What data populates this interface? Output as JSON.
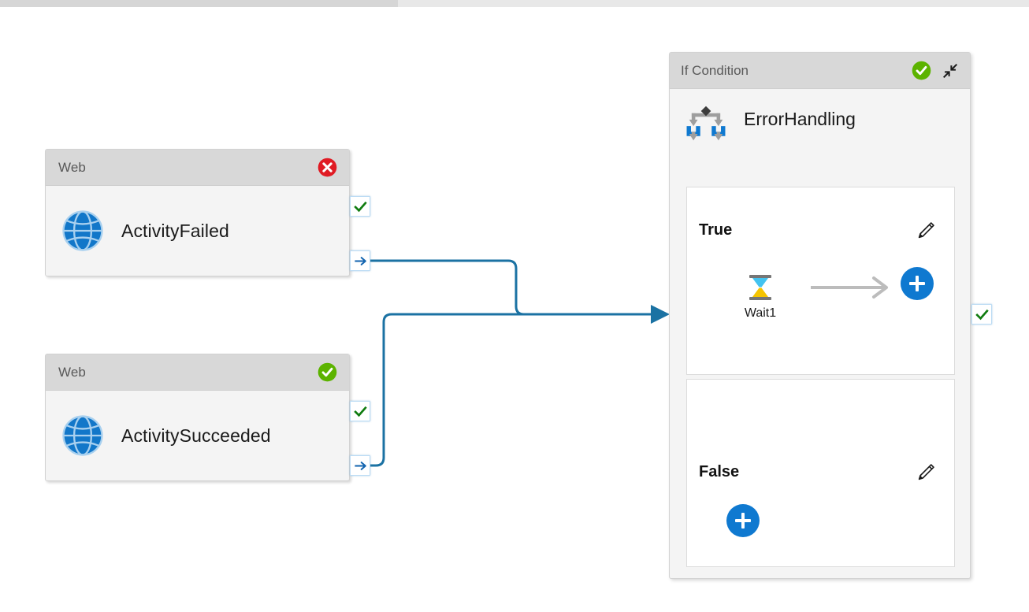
{
  "scrollbar": {
    "name": "horizontal-scrollbar"
  },
  "colors": {
    "connector": "#1b72a3",
    "accent_blue": "#0f79d0",
    "success_green": "#5cb300",
    "error_red": "#e01b24",
    "check_green": "#107c10",
    "header_gray": "#d8d8d8",
    "node_body": "#f4f4f4",
    "arrow_gray": "#bcbcbc"
  },
  "nodes": [
    {
      "type_label": "Web",
      "name": "ActivityFailed",
      "status": "failed",
      "status_icon": "error-circle-icon",
      "activity_icon": "web-globe-icon",
      "output_badges": [
        {
          "icon": "checkmark-icon",
          "name": "on-success-output"
        },
        {
          "icon": "arrow-right-icon",
          "name": "on-completion-output"
        }
      ]
    },
    {
      "type_label": "Web",
      "name": "ActivitySucceeded",
      "status": "succeeded",
      "status_icon": "success-circle-icon",
      "activity_icon": "web-globe-icon",
      "output_badges": [
        {
          "icon": "checkmark-icon",
          "name": "on-success-output"
        },
        {
          "icon": "arrow-right-icon",
          "name": "on-completion-output"
        }
      ]
    }
  ],
  "container": {
    "type_label": "If Condition",
    "name": "ErrorHandling",
    "status": "succeeded",
    "status_icon": "success-circle-icon",
    "collapse_icon": "collapse-diagonal-icon",
    "activity_icon": "if-condition-branch-icon",
    "output_badge": {
      "icon": "checkmark-icon",
      "name": "on-success-output"
    },
    "branches": [
      {
        "label": "True",
        "edit_icon": "pencil-icon",
        "add_icon": "plus-icon",
        "activities": [
          {
            "name": "Wait1",
            "icon": "hourglass-icon"
          }
        ]
      },
      {
        "label": "False",
        "edit_icon": "pencil-icon",
        "add_icon": "plus-icon",
        "activities": []
      }
    ]
  }
}
